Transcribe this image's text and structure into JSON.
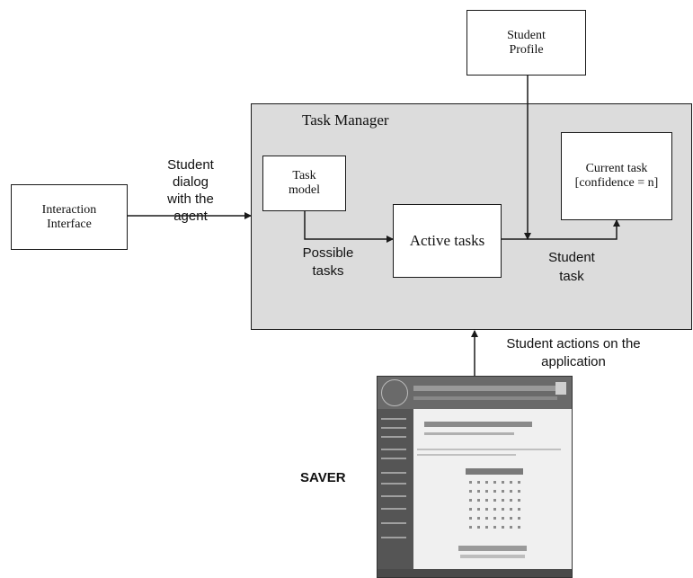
{
  "diagram": {
    "interaction_interface": [
      "Interaction",
      "Interface"
    ],
    "dialog_label": [
      "Student",
      "dialog",
      "with the",
      "agent"
    ],
    "student_profile": [
      "Student",
      "Profile"
    ],
    "task_manager_title": "Task Manager",
    "task_model": [
      "Task",
      "model"
    ],
    "possible_tasks": [
      "Possible",
      "tasks"
    ],
    "active_tasks": "Active tasks",
    "current_task": [
      "Current task",
      "[confidence = n]"
    ],
    "student_task": [
      "Student",
      "task"
    ],
    "student_actions": [
      "Student actions on the",
      "application"
    ],
    "saver_label": "SAVER"
  },
  "colors": {
    "manager_fill": "#dcdcdc",
    "stroke": "#1a1a1a",
    "background": "#ffffff"
  }
}
